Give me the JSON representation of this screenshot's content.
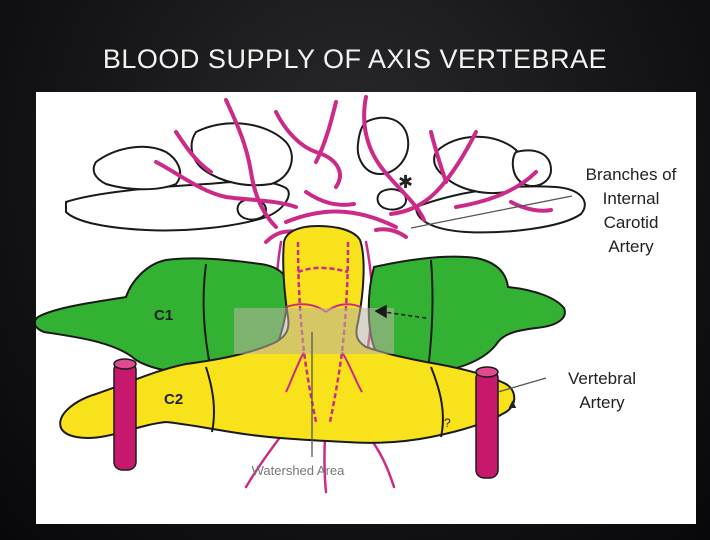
{
  "slide": {
    "title": "BLOOD SUPPLY OF AXIS VERTEBRAE"
  },
  "diagram": {
    "labels": {
      "c1": "C1",
      "c2": "C2",
      "internal_carotid_line1": "Branches of",
      "internal_carotid_line2": "Internal",
      "internal_carotid_line3": "Carotid",
      "internal_carotid_line4": "Artery",
      "vertebral_line1": "Vertebral",
      "vertebral_line2": "Artery",
      "watershed": "Watershed Area",
      "question_mark": "?",
      "asterisk": "✱",
      "triangle": "▲"
    },
    "colors": {
      "c1_bone": "#33b133",
      "c2_bone": "#f7e21c",
      "artery": "#cc2a88",
      "vertebral_artery": "#c8186e",
      "outline": "#1a1a1a",
      "skull_base": "#ffffff"
    }
  }
}
